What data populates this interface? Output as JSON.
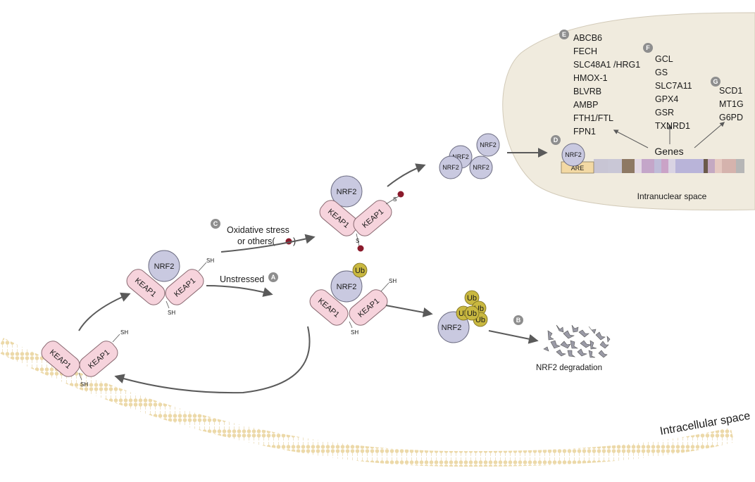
{
  "labels": {
    "nrf2": "NRF2",
    "keap1": "KEAP1",
    "sh": "SH",
    "s": "S",
    "ub": "Ub",
    "are": "ARE",
    "genes": "Genes",
    "intranuclear": "Intranuclear space",
    "intracellular": "Intracellular space",
    "unstressed": "Unstressed",
    "oxidative_line1": "Oxidative stress",
    "oxidative_line2": "or others(",
    "oxidative_close": ")",
    "degradation": "NRF2 degradation"
  },
  "badges": {
    "a": "A",
    "b": "B",
    "c": "C",
    "d": "D",
    "e": "E",
    "f": "F",
    "g": "G"
  },
  "gene_groups": {
    "E": [
      "ABCB6",
      "FECH",
      "SLC48A1 /HRG1",
      "HMOX-1",
      "BLVRB",
      "AMBP",
      "FTH1/FTL",
      "FPN1"
    ],
    "F": [
      "GCL",
      "GS",
      "SLC7A11",
      "GPX4",
      "GSR",
      "TXNRD1"
    ],
    "G": [
      "SCD1",
      "MT1G",
      "G6PD"
    ]
  },
  "colors": {
    "keap1_fill": "#f6d3dc",
    "keap1_stroke": "#8a6a72",
    "nrf2_fill": "#c9c9e0",
    "nrf2_stroke": "#6b6b80",
    "ub_fill": "#c9b840",
    "nucleus_fill": "#f0ebde",
    "are_fill": "#f3d9a4",
    "stress_dot": "#8b1a2b",
    "badge": "#8e8e8e",
    "arrow": "#5a5a5a",
    "membrane": "#e9d7a8"
  }
}
